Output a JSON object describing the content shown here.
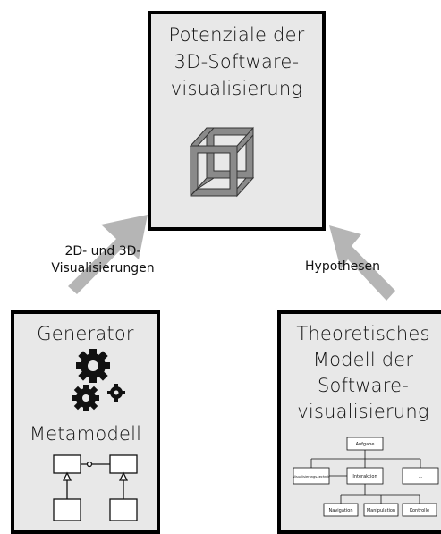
{
  "top_box": {
    "title_lines": [
      "Potenziale der",
      "3D-Software-",
      "visualisierung"
    ],
    "icon": "impossible-cube-icon"
  },
  "left_arrow": {
    "label_lines": [
      "2D- und 3D-",
      "Visualisierungen"
    ]
  },
  "right_arrow": {
    "label": "Hypothesen"
  },
  "left_box": {
    "title": "Generator",
    "icon": "gears-icon",
    "subtitle": "Metamodell",
    "uml_icon": "uml-class-diagram-icon"
  },
  "right_box": {
    "title_lines": [
      "Theoretisches",
      "Modell der",
      "Software-",
      "visualisierung"
    ],
    "tree": {
      "root": "Aufgabe",
      "level1": [
        "Visualisierungs-technik",
        "Interaktion",
        "..."
      ],
      "level2": [
        "Navigation",
        "Manipulation",
        "Kontrolle"
      ]
    }
  },
  "colors": {
    "box_fill": "#e8e8e8",
    "arrow_fill": "#b5b5b5",
    "border": "#000000"
  }
}
